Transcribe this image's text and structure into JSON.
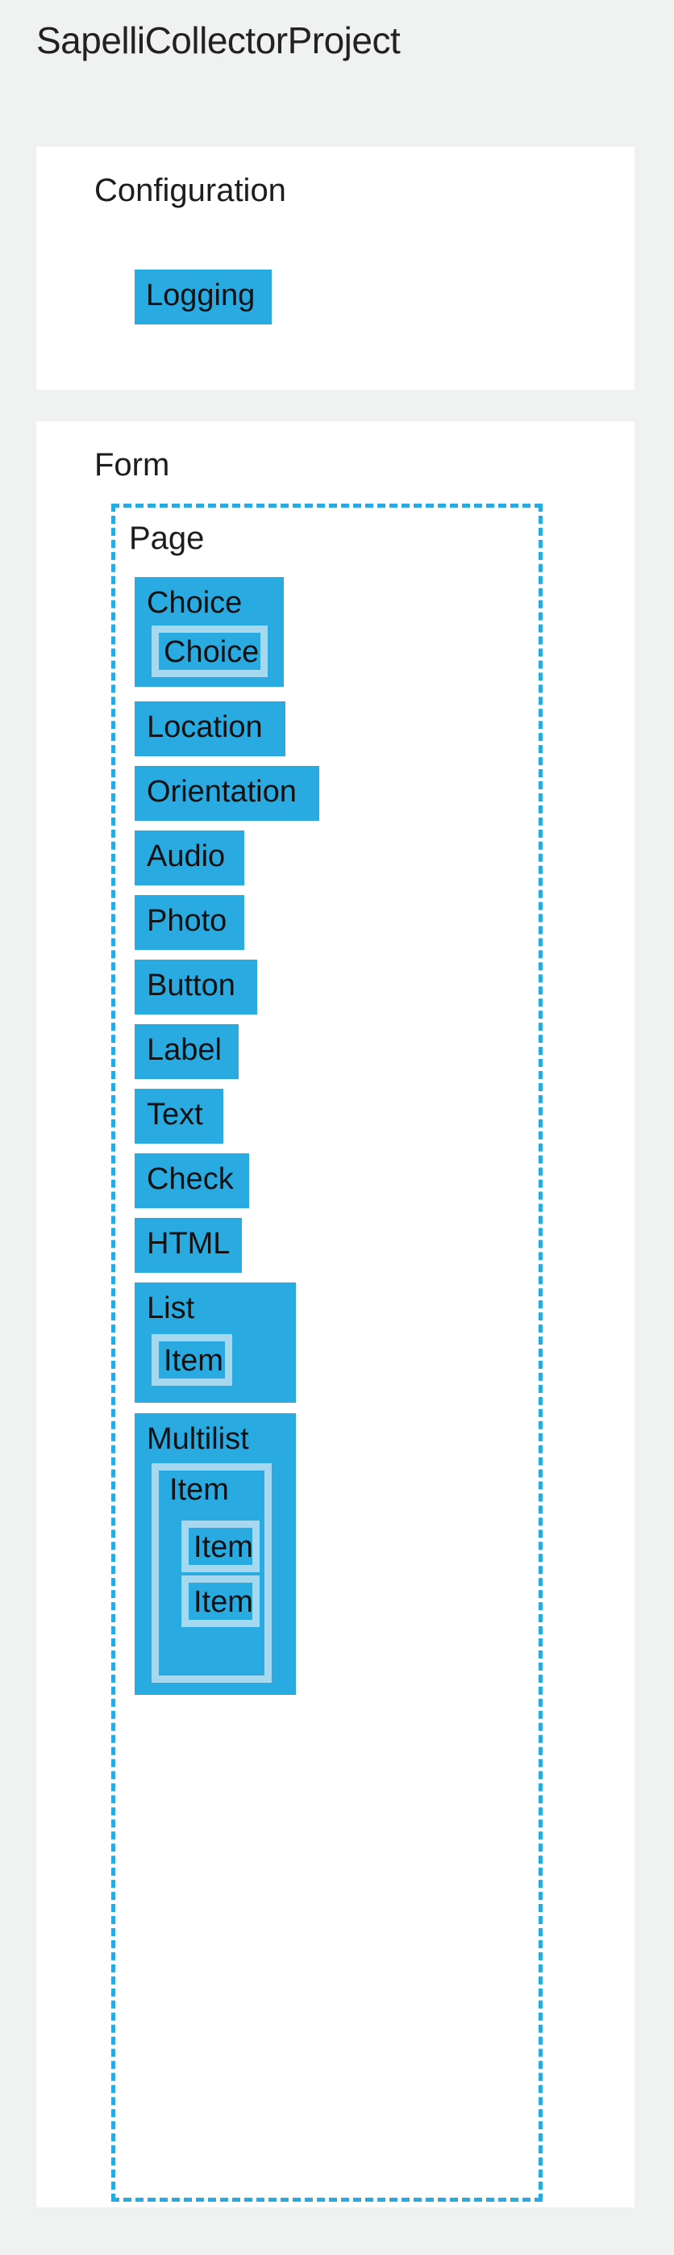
{
  "project": {
    "title": "SapelliCollectorProject"
  },
  "colors": {
    "background": "#f0f2f1",
    "panel": "#ffffff",
    "node_fill": "#29abe2",
    "node_border": "#a6d9f0",
    "dashed_border": "#29abe2",
    "text": "#1d1d1d"
  },
  "configuration": {
    "title": "Configuration",
    "children": [
      {
        "label": "Logging"
      }
    ]
  },
  "form": {
    "title": "Form",
    "page": {
      "title": "Page",
      "children": [
        {
          "label": "Choice",
          "children": [
            {
              "label": "Choice"
            }
          ]
        },
        {
          "label": "Location"
        },
        {
          "label": "Orientation"
        },
        {
          "label": "Audio"
        },
        {
          "label": "Photo"
        },
        {
          "label": "Button"
        },
        {
          "label": "Label"
        },
        {
          "label": "Text"
        },
        {
          "label": "Check"
        },
        {
          "label": "HTML"
        },
        {
          "label": "List",
          "children": [
            {
              "label": "Item"
            }
          ]
        },
        {
          "label": "Multilist",
          "children": [
            {
              "label": "Item",
              "children": [
                {
                  "label": "Item"
                },
                {
                  "label": "Item"
                }
              ]
            }
          ]
        }
      ]
    }
  }
}
